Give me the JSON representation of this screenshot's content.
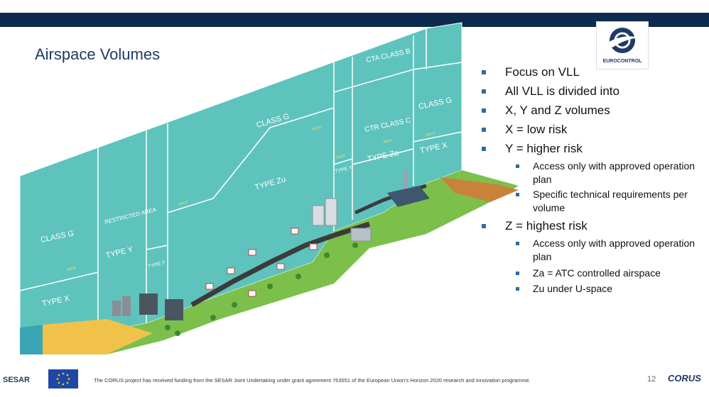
{
  "slide": {
    "title": "Airspace Volumes",
    "page_number": "12",
    "logo_text": "EUROCONTROL",
    "footer_text": "The CORUS project has received funding from the SESAR Joint Undertaking under grant agreement 763551 of the European Union's Horizon 2020 research and innovation programme.",
    "sesar_text": "SESAR",
    "corus_text": "CORUS"
  },
  "bullets": [
    {
      "level": 1,
      "text": "Focus on VLL"
    },
    {
      "level": 1,
      "text": "All VLL is divided into"
    },
    {
      "level": 1,
      "text": "X, Y and Z volumes"
    },
    {
      "level": 1,
      "text": "X = low risk"
    },
    {
      "level": 1,
      "text": "Y = higher risk"
    },
    {
      "level": 2,
      "text": "Access only with approved operation plan"
    },
    {
      "level": 2,
      "text": "Specific technical requirements per volume"
    },
    {
      "level": 1,
      "text": "Z = highest risk"
    },
    {
      "level": 2,
      "text": "Access only with approved operation plan"
    },
    {
      "level": 2,
      "text": "Za = ATC controlled airspace"
    },
    {
      "level": 2,
      "text": "Zu under U-space"
    }
  ],
  "diagram": {
    "labels": {
      "class_g_left": "CLASS G",
      "type_x_left": "TYPE X",
      "restricted_area": "RESTRICTED AREA",
      "type_y_left": "TYPE Y",
      "type_y_small": "TYPE Y",
      "class_g_mid": "CLASS G",
      "type_zu": "TYPE Zu",
      "type_y_mid": "TYPE Y",
      "cta_class_b": "CTA CLASS B",
      "ctr_class_c": "CTR CLASS C",
      "type_za": "TYPE Za",
      "class_g_right": "CLASS G",
      "type_x_right": "TYPE X",
      "alt_500_1": "500 ft",
      "alt_500_2": "500 ft",
      "alt_500_3": "500 ft",
      "alt_500_4": "500 ft",
      "alt_500_5": "500 ft",
      "alt_500_6": "500 ft"
    },
    "colors": {
      "panel": "#5ec3bd",
      "panel_line": "#ffffff",
      "ground_green": "#7cc04b",
      "sand": "#f1c24a",
      "water": "#3aa6b5",
      "road": "#3b3b3b",
      "title": "#1f3b63",
      "bullet_square": "#2a6ca6"
    }
  }
}
